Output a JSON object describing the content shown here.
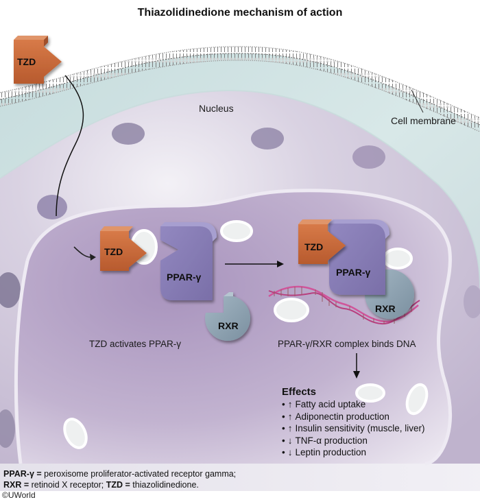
{
  "title": "Thiazolidinedione mechanism of action",
  "labels": {
    "nucleus": "Nucleus",
    "cell_membrane": "Cell membrane",
    "step1": "TZD activates PPAR-γ",
    "step2": "PPAR-γ/RXR complex binds DNA"
  },
  "molecules": {
    "tzd": "TZD",
    "ppar": "PPAR-γ",
    "rxr": "RXR"
  },
  "colors": {
    "tzd": "#c8693a",
    "ppar": "#8479b0",
    "rxr": "#8ea3b2",
    "dna": "#d0559a",
    "cytoplasm": "#cfe3e4",
    "nucleus": "#b7a6c7"
  },
  "effects": {
    "heading": "Effects",
    "items": [
      {
        "direction": "↑",
        "text": "Fatty acid uptake"
      },
      {
        "direction": "↑",
        "text": "Adiponectin production"
      },
      {
        "direction": "↑",
        "text": "Insulin sensitivity (muscle, liver)"
      },
      {
        "direction": "↓",
        "text": "TNF-α production"
      },
      {
        "direction": "↓",
        "text": "Leptin production"
      }
    ]
  },
  "footnote": {
    "line1_term": "PPAR-γ =",
    "line1_def": " peroxisome proliferator-activated receptor gamma;",
    "line2_term1": "RXR =",
    "line2_def1": " retinoid X receptor; ",
    "line2_term2": "TZD =",
    "line2_def2": " thiazolidinedione."
  },
  "copyright": "©UWorld"
}
